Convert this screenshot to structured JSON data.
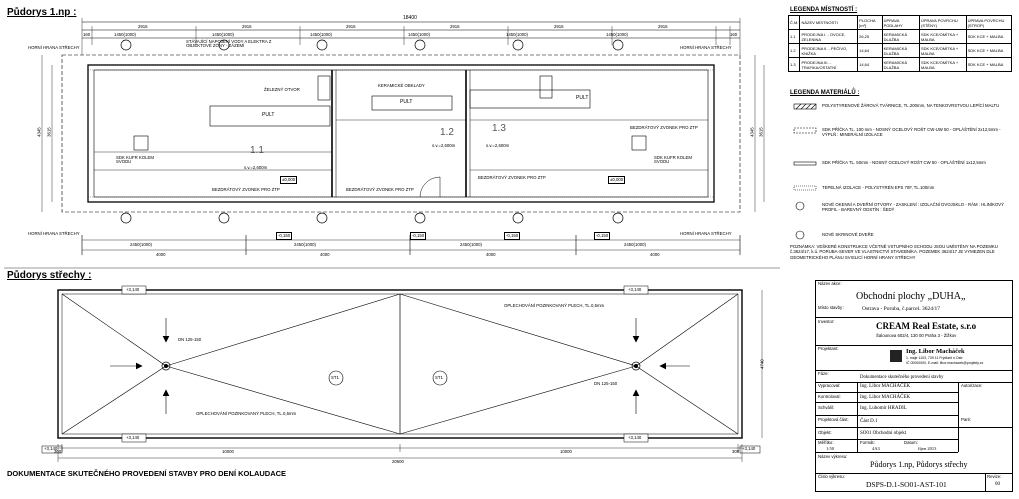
{
  "titles": {
    "floor_plan": "Půdorys 1.np :",
    "roof_plan": "Půdorys střechy :",
    "footer": "DOKUMENTACE SKUTEČNÉHO PROVEDENÍ STAVBY PRO DENÍ KOLAUDACE"
  },
  "plan": {
    "overall_dim": "18400",
    "top_dims": [
      "2915",
      "2915",
      "2915",
      "2915",
      "2915",
      "2915"
    ],
    "top_sub_dims": [
      "1450(1000)",
      "1450(1000)",
      "1450(1000)",
      "1450(1000)",
      "1450(1000)",
      "1450(1000)"
    ],
    "edge_dims": [
      "160",
      "160"
    ],
    "bottom_dims": [
      "2450(1000)",
      "2450(1000)",
      "2450(1000)",
      "2450(1000)"
    ],
    "bottom_totals": [
      "4000",
      "4000",
      "4000",
      "4000"
    ],
    "side_dims": [
      "4345",
      "3615",
      "4345",
      "3615"
    ],
    "rooms": [
      "1.1",
      "1.2",
      "1.3"
    ],
    "labels": {
      "pult_a": "PULT",
      "pult_b": "PULT",
      "pult_c": "PULT",
      "zvonek_a": "BEZDRÁTOVÝ ZVONEK PRO ZTP",
      "zvonek_b": "BEZDRÁTOVÝ ZVONEK PRO ZTP",
      "zvonek_c": "BEZDRÁTOVÝ ZVONEK PRO ZTP",
      "zvonek_d": "BEZDRÁTOVÝ ZVONEK PRO ZTP",
      "sdk_a": "SDK KUFR KOLEM SVODU",
      "sdk_b": "SDK KUFR KOLEM SVODU",
      "otvor_a": "ŽELEZNÝ OTVOR",
      "otvor_b": "KERAMICKÉ OBKLADY",
      "napojeni": "STÁVAJÍCÍ NAPOJENÍ VODY A ELEKTRA Z OBJEKTOVÉ ZÓNY - ZÁZEMÍ",
      "strecha_1": "HORNÍ HRANA STŘECHY",
      "strecha_2": "HORNÍ HRANA STŘECHY",
      "strecha_3": "HORNÍ HRANA STŘECHY",
      "strecha_4": "HORNÍ HRANA STŘECHY",
      "sv1": "s.v.=2,600m",
      "sv2": "s.v.=2,600m",
      "sv3": "s.v.=2,600m",
      "level_a": "±0,000",
      "level_b": "±0,000",
      "level_c": "-0,150",
      "level_d": "-0,150",
      "level_e": "-0,150",
      "level_f": "-0,150"
    }
  },
  "roof": {
    "top_level": "+3,140",
    "top_level_r": "+3,140",
    "bottom_level": "+3,140",
    "bottom_level_r": "+3,140",
    "mid_level_a": "+3,140",
    "mid_level_b": "+3,140",
    "plech_top": "OPLECHOVÁNÍ POZINKOVANÝ PLECH, TL.0,5mm",
    "plech_bottom": "OPLECHOVÁNÍ POZINKOVANÝ PLECH, TL.0,5mm",
    "dn_a": "DN 125-150",
    "dn_b": "DN 125-150",
    "st_a": "ST1",
    "st_b": "ST1",
    "dims": [
      "300",
      "10000",
      "10000",
      "300"
    ],
    "total": "20600",
    "side": "4740"
  },
  "rooms_table": {
    "title": "LEGENDA MÍSTNOSTÍ :",
    "headers": [
      "Č.M.",
      "NÁZEV MÍSTNOSTI",
      "PLOCHA [m²]",
      "ÚPRAVA PODLAHY",
      "ÚPRAVA POVRCHU (STĚNY)",
      "ÚPRAVA POVRCHU (STROP)"
    ],
    "rows": [
      [
        "1.1",
        "PRODEJNA I. - OVOCE, ZELENINA",
        "26,25",
        "KERAMICKÁ DLAŽBA",
        "SDK KCE/OMÍTKA + MALBA",
        "SDK KCE + MALBA"
      ],
      [
        "1.2",
        "PRODEJNA II. - PEČIVO, KNIŽKA",
        "14,64",
        "KERAMICKÁ DLAŽBA",
        "SDK KCE/OMÍTKA + MALBA",
        "SDK KCE + MALBA"
      ],
      [
        "1.3",
        "PRODEJNA III. - TRAFIKA/OSTATNÍ",
        "14,64",
        "KERAMICKÁ DLAŽBA",
        "SDK KCE/OMÍTKA + MALBA",
        "SDK KCE + MALBA"
      ]
    ]
  },
  "materials": {
    "title": "LEGENDA MATERIÁLŮ :",
    "items": [
      {
        "text": "POLYSTYRENOVÉ ŽÁROVÁ TVÁRNICE, TL.200mm, NA TENKOVRSTVOU LEPÍCÍ MALTU"
      },
      {
        "text": "SDK PŘÍČKA TL. 100 mm - NOSNÝ OCELOVÝ ROŠT CW-UW 50 - OPLÁŠTĚNÍ 2x12,5mm - VÝPLŇ : MINERÁLNÍ IZOLACE"
      },
      {
        "text": "SDK PŘÍČKA TL. 50mm - NOSNÝ OCELOVÝ ROŠT CW 50 - OPLÁŠTĚNÍ 1x12,5mm"
      },
      {
        "text": "TEPELNÁ IZOLACE - POLYSTYRÉN EPS 70F, TL.100mm"
      },
      {
        "text": "NOVÉ OKENNÍ A DVEŘNÍ OTVORY - ZASKLENÍ : IZOLAČNÍ DVOJSKLO - RÁM : HLINÍKOVÝ PROFIL - BAREVNÝ ODSTÍN : ŠEDÝ"
      },
      {
        "text": "NOVÉ SKRINOVÉ DVEŘE"
      }
    ],
    "note": "POZNÁMKA: VEŠKERÉ KONSTRUKCE VČETNĚ VSTUPNÍHO SCHODU JSOU UMÍSTĚNY NA POZEMKU č.3624/17, k.ú. PORUBA-SEVER VE VLASTNICTVÍ STAVEBNÍKA. POZEMEK 3624/17 JE VYMEZEN DLE GEOMETRICKÉHO PLÁNU SVISLICÍ HORNÍ HRANY STŘECHY"
  },
  "title_block": {
    "akce_label": "Název akce:",
    "akce": "Obchodní plochy „DUHA„",
    "misto_label": "Místo stavby :",
    "misto": "Ostrava - Poruba, č.parcel. 3624/17",
    "investor_label": "Investor:",
    "investor": "CREAM Real Estate, s.r.o",
    "investor_addr": "Šalounova 602/4, 130 00 Praha 3 - Žižkov",
    "projektant_label": "Projektant:",
    "projektant": "Ing. Libor Macháček",
    "projektant_addr": "1. máje 1103, 739 11 Frýdlant n.Ostr.",
    "projektant_ic": "IČ 00000000, E-mail: libor.machacek@projekty.cz",
    "faze_label": "Fáze:",
    "faze": "Dokumentace skutečného provedení stavby",
    "vypracoval_label": "Vypracoval:",
    "vypracoval": "Ing. Libor MACHÁČEK",
    "kontroloval_label": "Kontroloval:",
    "kontroloval": "Ing. Libor MACHÁČEK",
    "schvalil_label": "Schválil:",
    "schvalil": "Ing. Lubomír HRADIL",
    "autorizace_label": "Autorizace:",
    "projektova_label": "Projektová část:",
    "projektova": "Část D.1",
    "objekt_label": "Objekt:",
    "objekt": "SO01 Obchodní objekt",
    "mer_label": "Měřítko:",
    "mer": "1:50",
    "format_label": "Formát:",
    "format": "4A3",
    "datum_label": "Datum:",
    "datum": "říjen 2013",
    "par_label": "Paré:",
    "nazev_label": "Název výkresu:",
    "nazev": "Půdorys 1.np, Půdorys střechy",
    "cislo_label": "Číslo výkresu:",
    "cislo": "DSPS-D.1-SO01-AST-101",
    "revize_label": "Revize:",
    "revize": "00"
  }
}
